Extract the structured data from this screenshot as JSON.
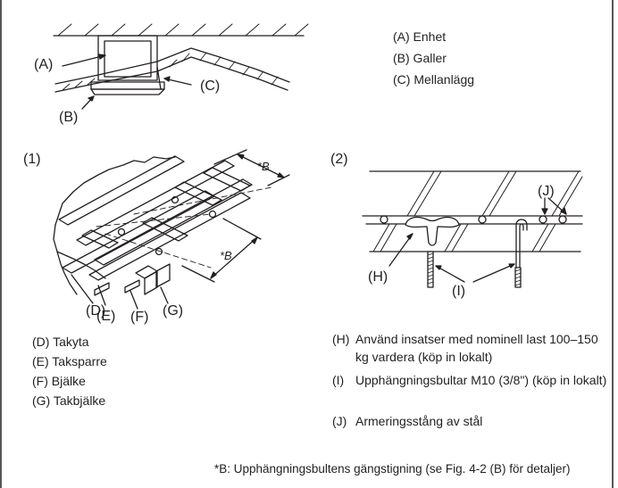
{
  "top_figure": {
    "labels": {
      "A": "(A)",
      "B": "(B)",
      "C": "(C)"
    },
    "legend": [
      "(A) Enhet",
      "(B) Galler",
      "(C) Mellanlägg"
    ]
  },
  "figure1": {
    "number": "(1)",
    "labels": {
      "D": "(D)",
      "E": "(E)",
      "F": "(F)",
      "G": "(G)"
    },
    "dimension_label": "*B",
    "legend": [
      "(D) Takyta",
      "(E) Taksparre",
      "(F) Bjälke",
      "(G) Takbjälke"
    ]
  },
  "figure2": {
    "number": "(2)",
    "labels": {
      "H": "(H)",
      "I": "(I)",
      "J": "(J)"
    },
    "legend": [
      {
        "tag": "(H)",
        "text": "Använd insatser med nominell last 100–150 kg vardera (köp in lokalt)"
      },
      {
        "tag": "(I)",
        "text": "Upphängningsbultar M10 (3/8\") (köp in lokalt)"
      },
      {
        "tag": "(J)",
        "text": "Armeringsstång av stål"
      }
    ]
  },
  "footnote": "*B: Upphängningsbultens gängstigning (se Fig. 4-2 (B) för detaljer)"
}
